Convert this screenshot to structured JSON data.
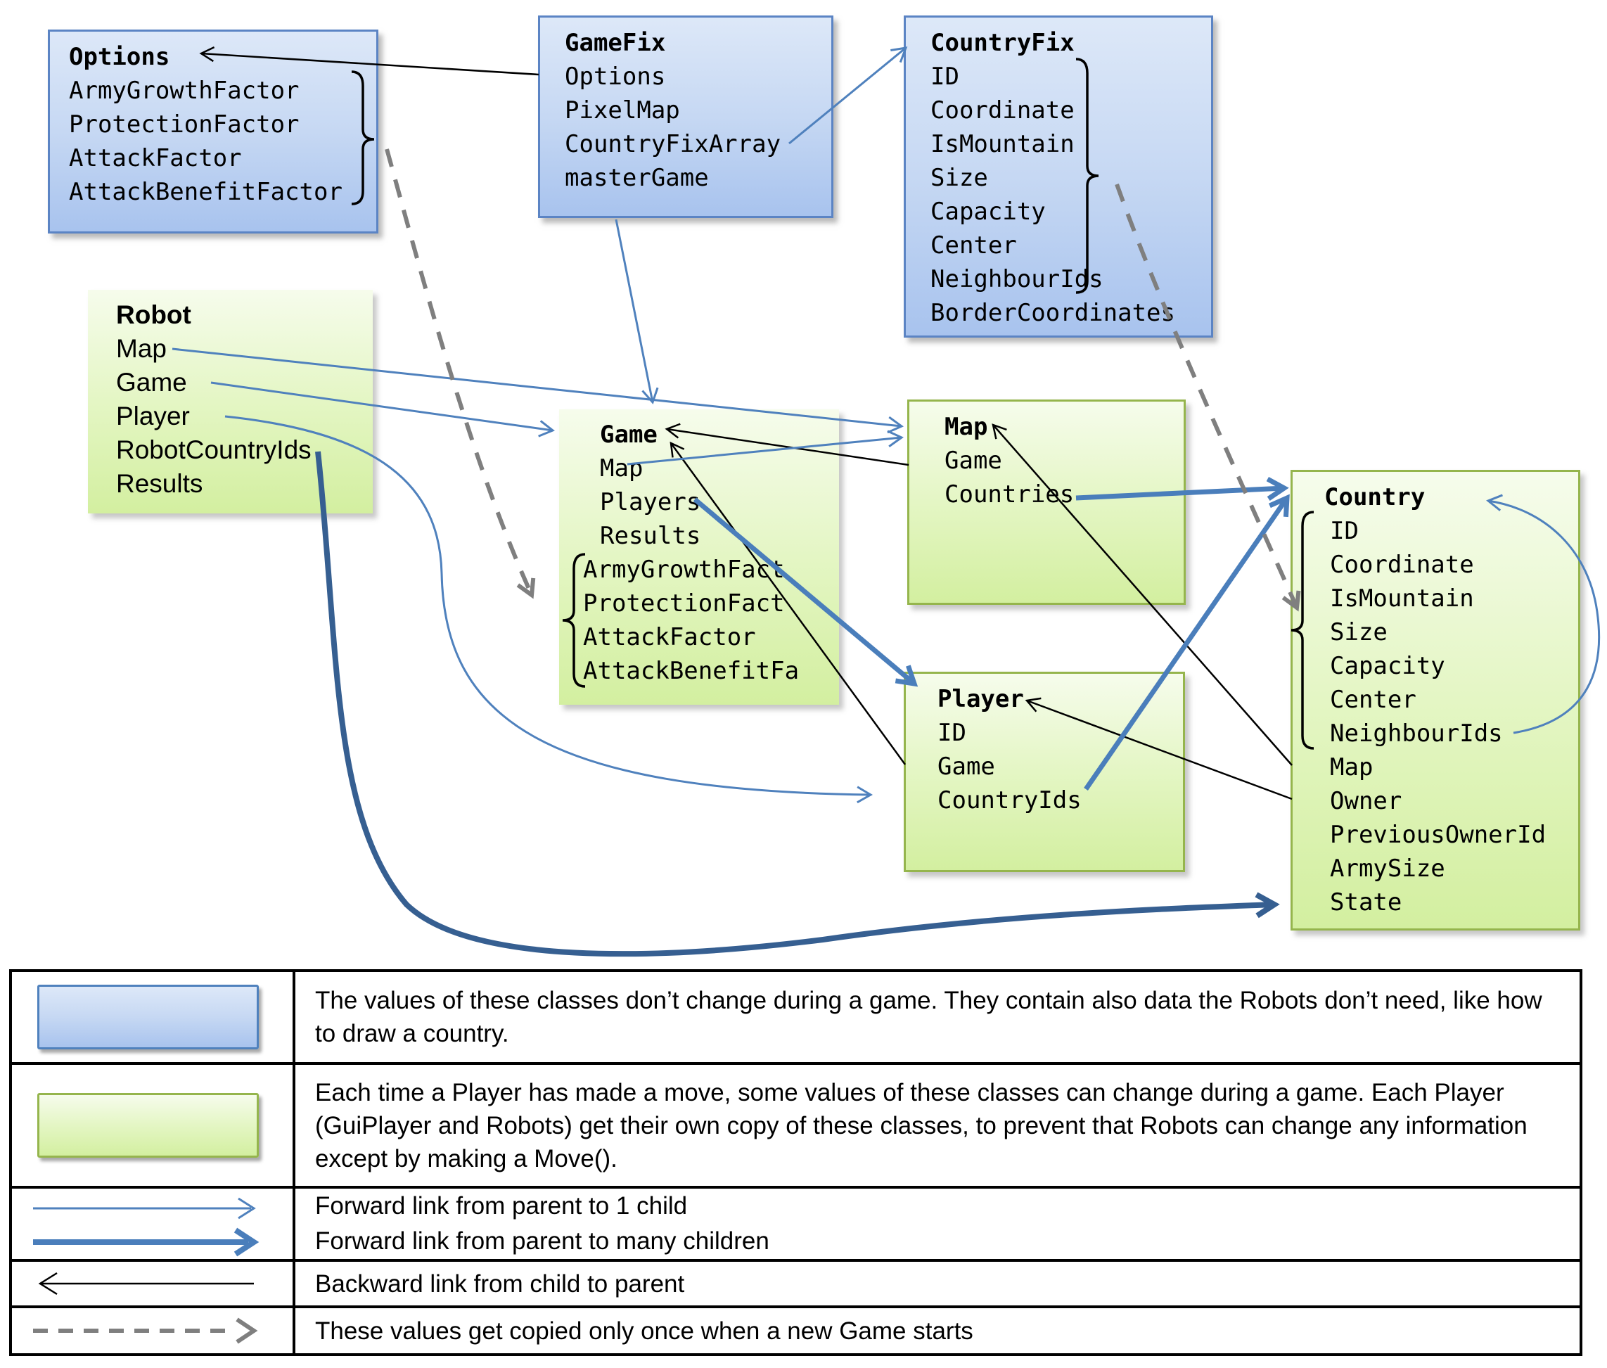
{
  "diagram": {
    "boxes": {
      "options": {
        "title": "Options",
        "fields": [
          "ArmyGrowthFactor",
          "ProtectionFactor",
          "AttackFactor",
          "AttackBenefitFactor"
        ]
      },
      "gamefix": {
        "title": "GameFix",
        "fields": [
          "Options",
          "PixelMap",
          "CountryFixArray",
          "masterGame"
        ]
      },
      "countryfix": {
        "title": "CountryFix",
        "fields": [
          "ID",
          "Coordinate",
          "IsMountain",
          "Size",
          "Capacity",
          "Center",
          "NeighbourIds",
          "BorderCoordinates"
        ]
      },
      "robot": {
        "title": "Robot",
        "fields": [
          "Map",
          "Game",
          "Player",
          "RobotCountryIds",
          "Results"
        ]
      },
      "game": {
        "title": "Game",
        "fields": [
          "Map",
          "Players",
          "Results",
          "ArmyGrowthFact",
          "ProtectionFact",
          "AttackFactor",
          "AttackBenefitFa"
        ]
      },
      "map": {
        "title": "Map",
        "fields": [
          "Game",
          "Countries"
        ]
      },
      "player": {
        "title": "Player",
        "fields": [
          "ID",
          "Game",
          "CountryIds"
        ]
      },
      "country": {
        "title": "Country",
        "fields": [
          "ID",
          "Coordinate",
          "IsMountain",
          "Size",
          "Capacity",
          "Center",
          "NeighbourIds",
          "Map",
          "Owner",
          "PreviousOwnerId",
          "ArmySize",
          "State"
        ]
      }
    },
    "links": [
      {
        "from": "GameFix.Options",
        "to": "Options",
        "type": "backward"
      },
      {
        "from": "Map.Game",
        "to": "Game",
        "type": "backward"
      },
      {
        "from": "Player.Game",
        "to": "Game",
        "type": "backward"
      },
      {
        "from": "Country.Map",
        "to": "Map",
        "type": "backward"
      },
      {
        "from": "Country.Owner",
        "to": "Player",
        "type": "backward"
      },
      {
        "from": "GameFix.CountryFixArray",
        "to": "CountryFix",
        "type": "forward-one"
      },
      {
        "from": "GameFix.masterGame",
        "to": "Game",
        "type": "forward-one"
      },
      {
        "from": "Robot.Map",
        "to": "Map",
        "type": "forward-one"
      },
      {
        "from": "Robot.Game",
        "to": "Game",
        "type": "forward-one"
      },
      {
        "from": "Robot.Player",
        "to": "Player",
        "type": "forward-one"
      },
      {
        "from": "Game.Map",
        "to": "Map",
        "type": "forward-one"
      },
      {
        "from": "Country.NeighbourIds",
        "to": "Country",
        "type": "forward-one"
      },
      {
        "from": "Game.Players",
        "to": "Player",
        "type": "forward-many"
      },
      {
        "from": "Map.Countries",
        "to": "Country",
        "type": "forward-many"
      },
      {
        "from": "Player.CountryIds",
        "to": "Country",
        "type": "forward-many"
      },
      {
        "from": "Robot.RobotCountryIds",
        "to": "Country",
        "type": "forward-many"
      },
      {
        "from": "Options.factors",
        "to": "Game.factors",
        "type": "copied-once"
      },
      {
        "from": "CountryFix.attributes",
        "to": "Country.attributes",
        "type": "copied-once"
      }
    ]
  },
  "legend": {
    "static_classes_text": "The values of these classes don’t change during a game. They contain also data the Robots don’t need, like how to draw a country.",
    "dynamic_classes_text": "Each time a Player has made a move, some values of these classes  can change during a game. Each Player (GuiPlayer and Robots) get their own copy of these classes, to prevent that Robots can change any information except by making a Move().",
    "forward_one_text": "Forward link from parent to 1 child",
    "forward_many_text": "Forward link from parent to many children",
    "backward_text": "Backward link from child to parent",
    "copied_once_text": "These values get copied only once when a new Game starts"
  },
  "colors": {
    "blue_box_border": "#5b84c4",
    "blue_box_fill_top": "#dde8f8",
    "blue_box_fill_bottom": "#a8c3ee",
    "green_box_border": "#95b54d",
    "green_box_fill_top": "#f6fcec",
    "green_box_fill_bottom": "#d3efa0",
    "link_blue": "#4f81bd",
    "link_thick_blue": "#4a7ebb",
    "link_dark_blue": "#365f91",
    "link_black": "#000000",
    "link_gray": "#7f7f7f"
  }
}
